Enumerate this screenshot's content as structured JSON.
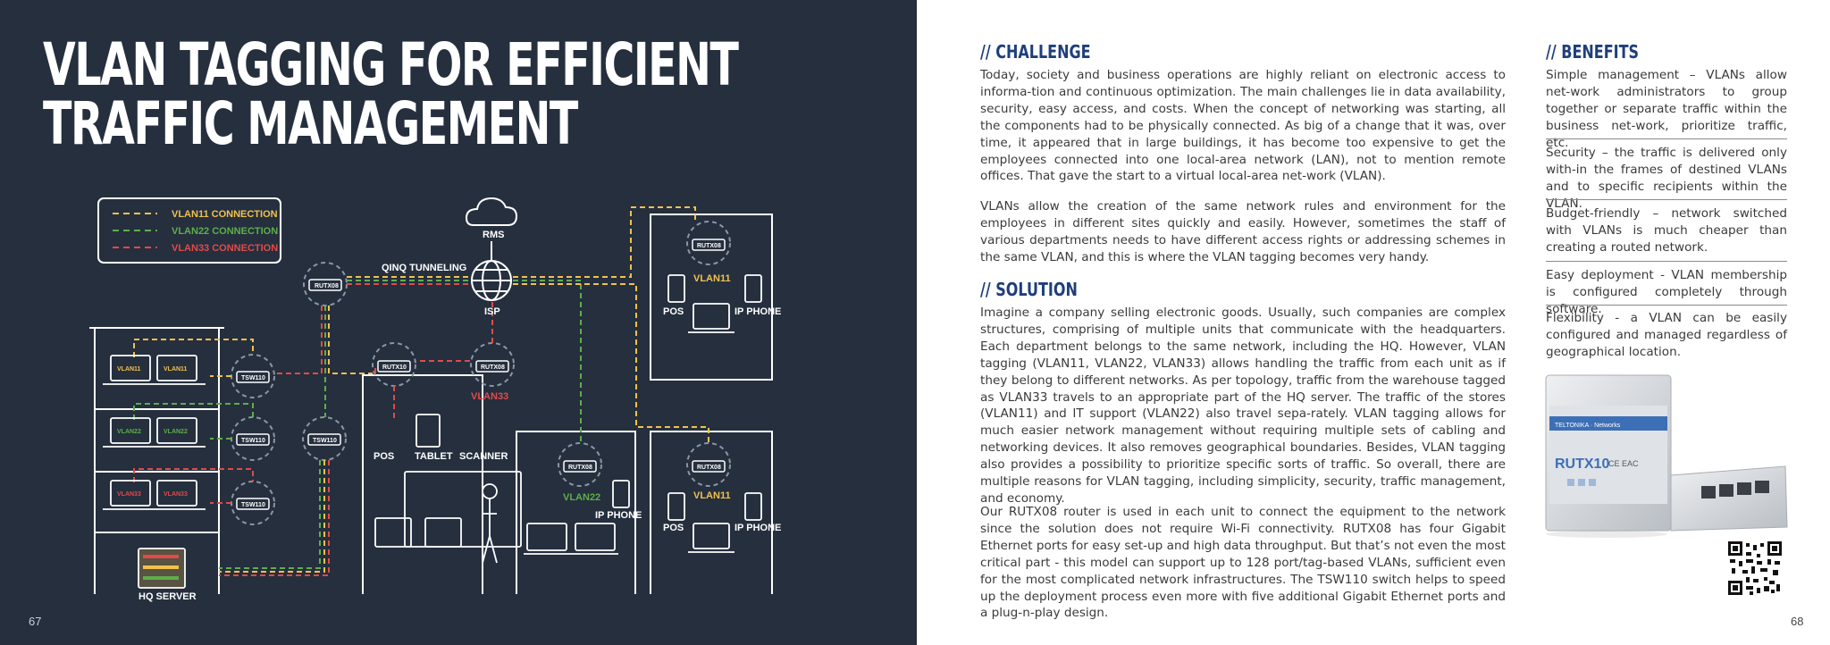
{
  "left": {
    "title_line1": "VLAN TAGGING FOR EFFICIENT",
    "title_line2": "TRAFFIC MANAGEMENT",
    "page_number": "67",
    "legend": [
      {
        "label": "VLAN11 CONNECTION",
        "color": "#f2c14e"
      },
      {
        "label": "VLAN22 CONNECTION",
        "color": "#5fae4a"
      },
      {
        "label": "VLAN33 CONNECTION",
        "color": "#e24a4a"
      }
    ],
    "diagram": {
      "rms": "RMS",
      "isp": "ISP",
      "qinq": "QINQ TUNNELING",
      "rutx08": "RUTX08",
      "rutx10": "RUTX10",
      "tsw110": "TSW110",
      "vlan11": "VLAN11",
      "vlan22": "VLAN22",
      "vlan33": "VLAN33",
      "pos": "POS",
      "ip_phone": "IP PHONE",
      "tablet": "TABLET",
      "scanner": "SCANNER",
      "hq_server": "HQ SERVER"
    },
    "colors": {
      "background": "#252f3e",
      "vlan11": "#f2c14e",
      "vlan22": "#5fae4a",
      "vlan33": "#e24a4a"
    }
  },
  "right": {
    "page_number": "68",
    "challenge": {
      "heading": "// CHALLENGE",
      "p1": "Today, society and business operations are highly reliant on electronic access to informa-tion and continuous optimization. The main challenges lie in data availability, security, easy access, and costs. When the concept of networking was starting, all the components had to be physically connected. As big of a change that it was, over time, it appeared that in large buildings, it has become too expensive to get the employees connected into one local-area network (LAN), not to mention remote offices. That gave the start to a virtual local-area net-work (VLAN).",
      "p2": "VLANs allow the creation of the same network rules and environment for the employees in different sites quickly and easily. However, sometimes the staff of various departments needs to have different access rights or addressing schemes in the same VLAN, and this is where the VLAN tagging becomes very handy."
    },
    "solution": {
      "heading": "// SOLUTION",
      "p1": "Imagine a company selling electronic goods. Usually, such companies are complex structures, comprising of multiple units that communicate with the headquarters. Each department belongs to the same network, including the HQ. However, VLAN tagging (VLAN11, VLAN22, VLAN33) allows handling the traffic from each unit as if they belong to different networks. As per topology, traffic from the warehouse tagged as VLAN33 travels to an appropriate part of the HQ server. The traffic of the stores (VLAN11) and IT support (VLAN22) also travel sepa-rately. VLAN tagging allows for much easier network management without requiring multiple sets of cabling and networking devices. It also removes geographical boundaries. Besides, VLAN tagging also provides a possibility to prioritize specific sorts of traffic. So overall, there are multiple reasons for VLAN tagging, including simplicity, security, traffic management, and economy.",
      "p2": "Our RUTX08 router is used in each unit to connect the equipment to the network since the solution does not require Wi-Fi connectivity. RUTX08 has four Gigabit Ethernet ports for easy set-up and high data throughput. But that’s not even the most critical part - this model can support up to 128 port/tag-based VLANs, sufficient even for the most complicated network infrastructures. The TSW110 switch helps to speed up the deployment process even more with five additional Gigabit Ethernet ports and a plug-n-play design."
    },
    "benefits": {
      "heading": "// BENEFITS",
      "items": [
        "Simple management – VLANs allow net-work administrators to group together or separate traffic within the business net-work, prioritize traffic, etc.",
        "Security – the traffic is delivered only with-in the frames of destined VLANs and to specific recipients within the VLAN.",
        "Budget-friendly – network switched with VLANs is much cheaper than creating a routed network.",
        "Easy deployment - VLAN membership is configured completely through software.",
        "Flexibility - a VLAN can be easily configured and managed regardless of geographical location."
      ]
    },
    "product": {
      "brand": "TELTONIKA · Networks",
      "model": "RUTX10",
      "marks": "CE EAC"
    },
    "colors": {
      "heading": "#1e3f7a"
    }
  }
}
